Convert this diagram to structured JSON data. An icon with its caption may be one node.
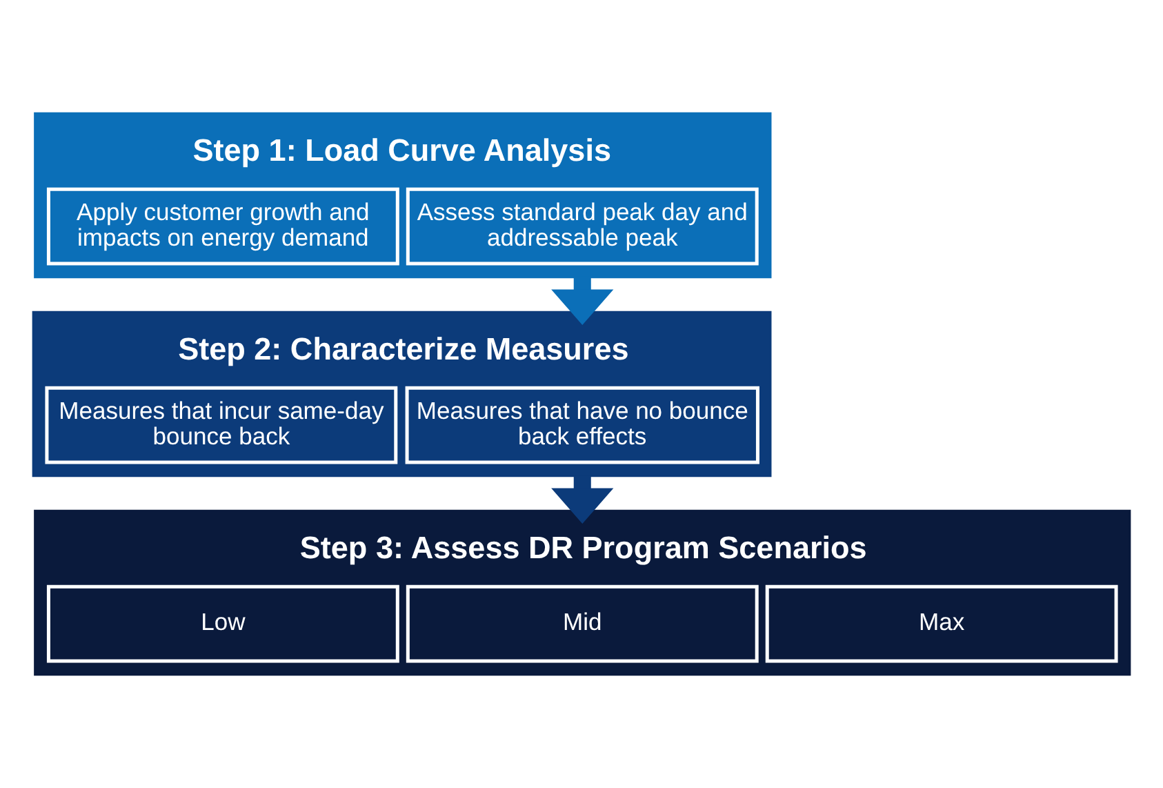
{
  "diagram": {
    "nodes": [
      {
        "text": [
          "Step 1: Load Curve Analysis"
        ]
      },
      {
        "text": [
          "Apply customer growth and impacts on energy demand"
        ],
        "in": 0
      },
      {
        "text": [
          "Assess standard peak day and addressable peak"
        ],
        "in": 0
      },
      {
        "text": [
          "Step 2: Characterize Measures"
        ]
      },
      {
        "text": [
          "Measures that incur same-day bounce back"
        ],
        "in": 3
      },
      {
        "text": [
          "Measures that have no bounce back effects"
        ],
        "in": 3
      },
      {
        "text": [
          "Step 3: Assess DR Program Scenarios"
        ]
      },
      {
        "text": [
          "Low"
        ],
        "in": 6
      },
      {
        "text": [
          "Mid"
        ],
        "in": 6
      },
      {
        "text": [
          "Max"
        ],
        "in": 6
      }
    ],
    "edges": [
      {
        "from": 0,
        "to": 3,
        "arrow": "to",
        "color": "#0b6fb8"
      },
      {
        "from": 3,
        "to": 6,
        "arrow": "to",
        "color": "#0c3b7a"
      }
    ]
  }
}
